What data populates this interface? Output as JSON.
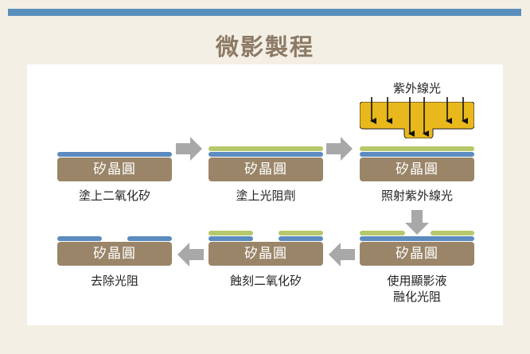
{
  "title": "微影製程",
  "wafer_label": "矽晶圓",
  "steps": [
    {
      "label": "塗上二氧化矽"
    },
    {
      "label": "塗上光阻劑"
    },
    {
      "label": "照射紫外線光"
    },
    {
      "label": "使用顯影液\n融化光阻"
    },
    {
      "label": "蝕刻二氧化矽"
    },
    {
      "label": "去除光阻"
    }
  ],
  "uv_label": "紫外線光",
  "colors": {
    "wafer": "#9a8568",
    "silicon_dioxide": "#5b8bbf",
    "photoresist": "#b5c86b",
    "mask": "#e8b81c",
    "arrow": "#a8a8a8",
    "title": "#8c7a66",
    "top_bar": "#5a8fbc"
  }
}
